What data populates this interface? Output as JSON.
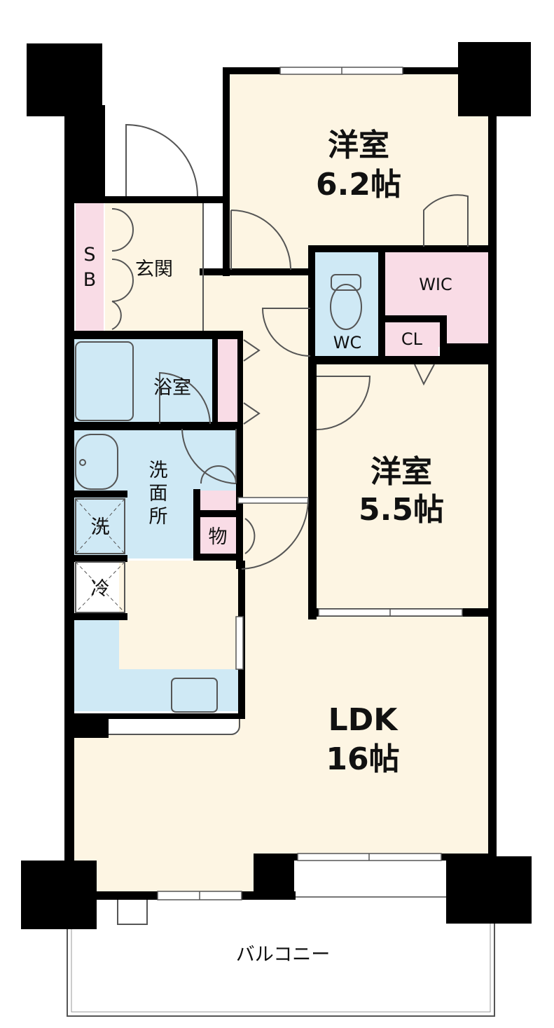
{
  "colors": {
    "wall": "#000000",
    "living": "#fdf5e3",
    "wet": "#cfe9f5",
    "storage": "#f9dce6",
    "line": "#555555"
  },
  "rooms": {
    "western_room_1": {
      "name": "洋室",
      "size": "6.2帖"
    },
    "western_room_2": {
      "name": "洋室",
      "size": "5.5帖"
    },
    "ldk": {
      "name": "LDK",
      "size": "16帖"
    },
    "entrance": "玄関",
    "shoe_box": [
      "S",
      "B"
    ],
    "bathroom": "浴室",
    "washroom": [
      "洗",
      "面",
      "所"
    ],
    "toilet": "WC",
    "walk_in_closet": "WIC",
    "closet": "CL",
    "storage": "物",
    "washer": "洗",
    "fridge": "冷",
    "balcony": "バルコニー"
  }
}
